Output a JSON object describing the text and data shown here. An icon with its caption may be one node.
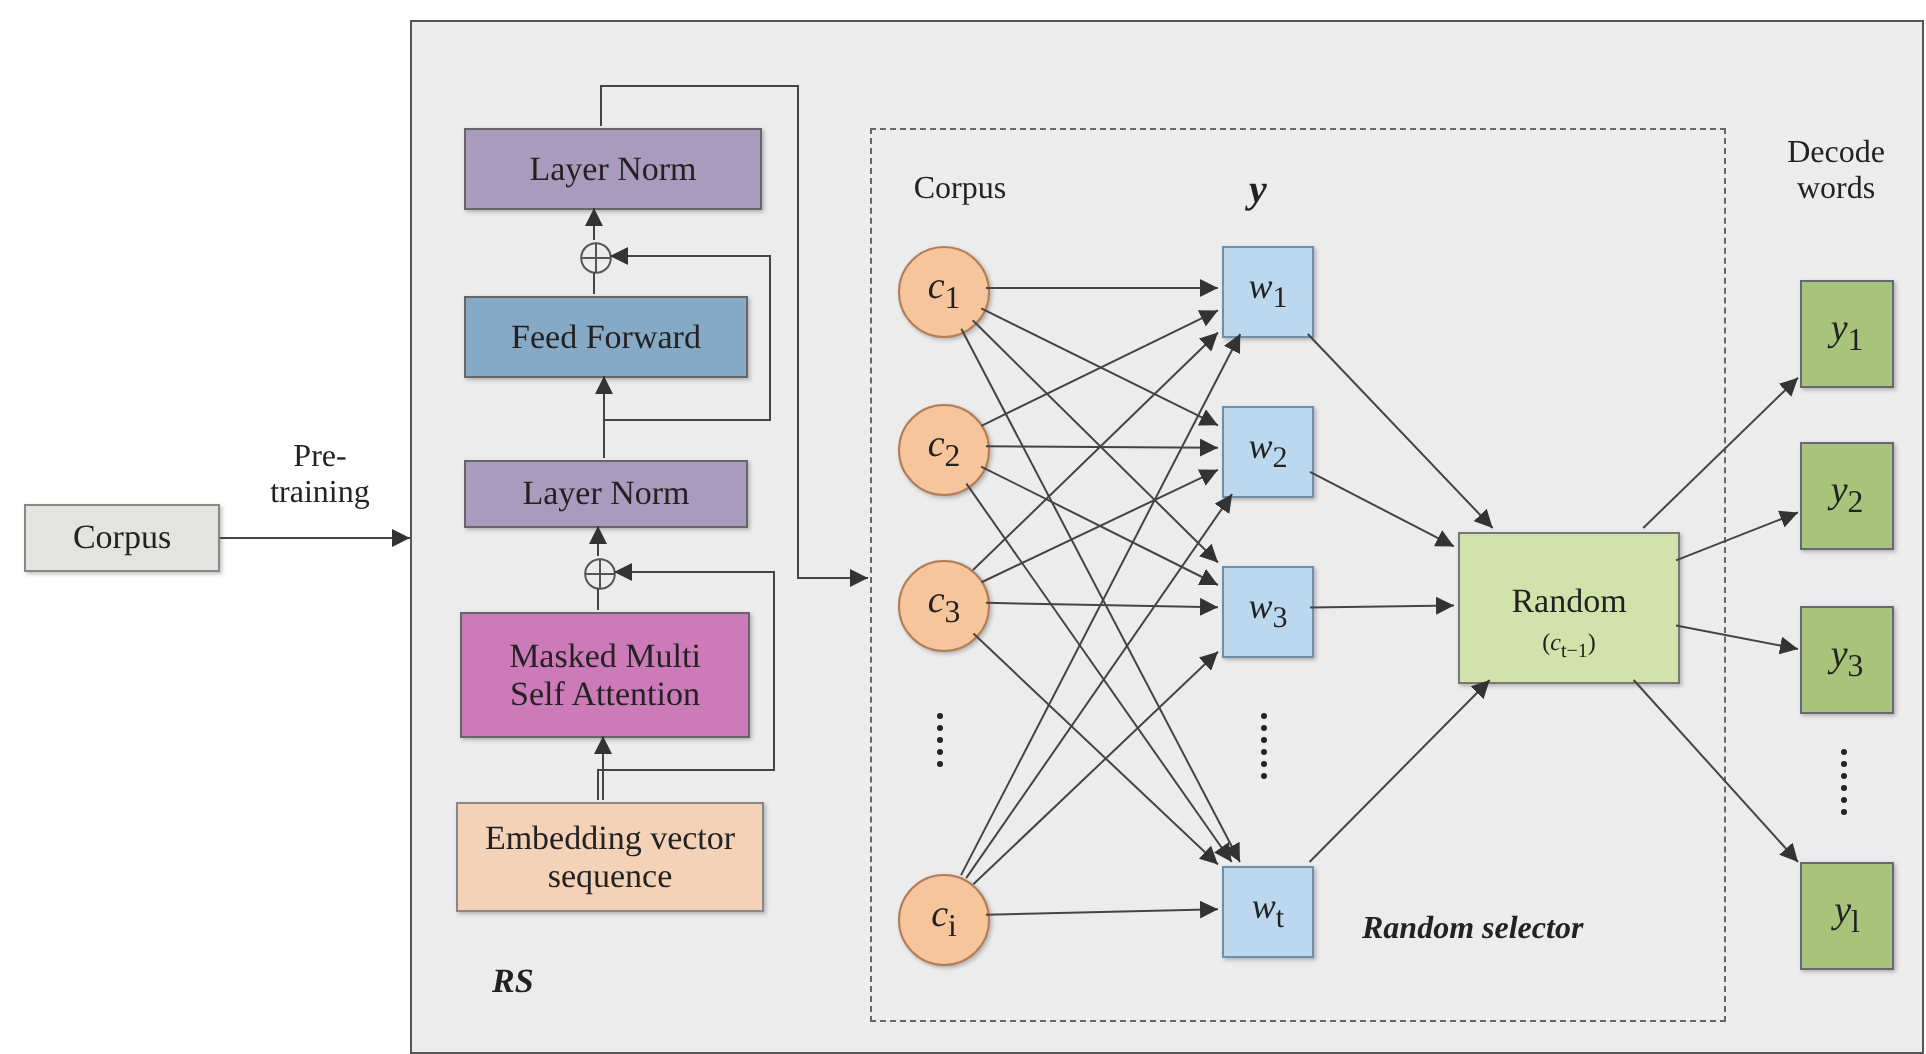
{
  "diagram": {
    "nodes": [
      {
        "text": [
          "Corpus"
        ]
      },
      {
        "text": [
          "RS"
        ]
      },
      {
        "text": [
          "Layer Norm"
        ],
        "in": 1
      },
      {
        "text": [],
        "shape": "circle",
        "in": 1
      },
      {
        "text": [
          "Feed Forward"
        ],
        "in": 1
      },
      {
        "text": [
          "Layer Norm"
        ],
        "in": 1
      },
      {
        "text": [],
        "shape": "circle",
        "in": 1
      },
      {
        "text": [
          "Masked Multi Self Attention"
        ],
        "in": 1
      },
      {
        "text": [
          "Embedding vector sequence"
        ],
        "in": 1
      },
      {
        "text": [
          "Random selector"
        ],
        "in": 1
      },
      {
        "text": [
          "*c*$_{1}$"
        ],
        "in": 9
      },
      {
        "text": [
          "*c*$_{2}$"
        ],
        "in": 9
      },
      {
        "text": [
          "*c*$_{3}$"
        ],
        "in": 9
      },
      {
        "text": [
          "*c*$_{i}$"
        ],
        "in": 9
      },
      {
        "text": [
          "*w*$_{1}$"
        ],
        "in": 9
      },
      {
        "text": [
          "*w*$_{2}$"
        ],
        "in": 9
      },
      {
        "text": [
          "*w*$_{3}$"
        ],
        "in": 9
      },
      {
        "text": [
          "*w*$_{t}$"
        ],
        "in": 9
      },
      {
        "text": [
          "Random",
          "(*c*$_{t−1}$)"
        ],
        "in": 9
      },
      {
        "text": [
          "*y*$_{1}$"
        ],
        "in": 1
      },
      {
        "text": [
          "*y*$_{2}$"
        ],
        "in": 1
      },
      {
        "text": [
          "*y*$_{3}$"
        ],
        "in": 1
      },
      {
        "text": [
          "*y*$_{l}$"
        ],
        "in": 1
      }
    ],
    "edges": [
      {
        "from": 0,
        "to": 1,
        "arrow": "to",
        "label": "Pre- training"
      },
      {
        "from": 8,
        "to": 7,
        "arrow": "to"
      },
      {
        "from": 8,
        "to": 6,
        "arrow": "to"
      },
      {
        "from": 7,
        "to": 6,
        "arrow": "none"
      },
      {
        "from": 6,
        "to": 5,
        "arrow": "to"
      },
      {
        "from": 5,
        "to": 4,
        "arrow": "to"
      },
      {
        "from": 5,
        "to": 3,
        "arrow": "to"
      },
      {
        "from": 4,
        "to": 3,
        "arrow": "none"
      },
      {
        "from": 3,
        "to": 2,
        "arrow": "to"
      },
      {
        "from": 2,
        "to": 9,
        "arrow": "to"
      },
      {
        "from": 10,
        "to": 14,
        "arrow": "to"
      },
      {
        "from": 10,
        "to": 15,
        "arrow": "to"
      },
      {
        "from": 10,
        "to": 16,
        "arrow": "to"
      },
      {
        "from": 10,
        "to": 17,
        "arrow": "to"
      },
      {
        "from": 11,
        "to": 14,
        "arrow": "to"
      },
      {
        "from": 11,
        "to": 15,
        "arrow": "to"
      },
      {
        "from": 11,
        "to": 16,
        "arrow": "to"
      },
      {
        "from": 11,
        "to": 17,
        "arrow": "to"
      },
      {
        "from": 12,
        "to": 14,
        "arrow": "to"
      },
      {
        "from": 12,
        "to": 15,
        "arrow": "to"
      },
      {
        "from": 12,
        "to": 16,
        "arrow": "to"
      },
      {
        "from": 12,
        "to": 17,
        "arrow": "to"
      },
      {
        "from": 13,
        "to": 14,
        "arrow": "to"
      },
      {
        "from": 13,
        "to": 15,
        "arrow": "to"
      },
      {
        "from": 13,
        "to": 16,
        "arrow": "to"
      },
      {
        "from": 13,
        "to": 17,
        "arrow": "to"
      },
      {
        "from": 14,
        "to": 18,
        "arrow": "to"
      },
      {
        "from": 15,
        "to": 18,
        "arrow": "to"
      },
      {
        "from": 16,
        "to": 18,
        "arrow": "to"
      },
      {
        "from": 17,
        "to": 18,
        "arrow": "to"
      },
      {
        "from": 18,
        "to": 19,
        "arrow": "to"
      },
      {
        "from": 18,
        "to": 20,
        "arrow": "to"
      },
      {
        "from": 18,
        "to": 21,
        "arrow": "to"
      },
      {
        "from": 18,
        "to": 22,
        "arrow": "to"
      }
    ],
    "labels": [
      "Corpus",
      "*y*",
      "Decode words"
    ]
  }
}
